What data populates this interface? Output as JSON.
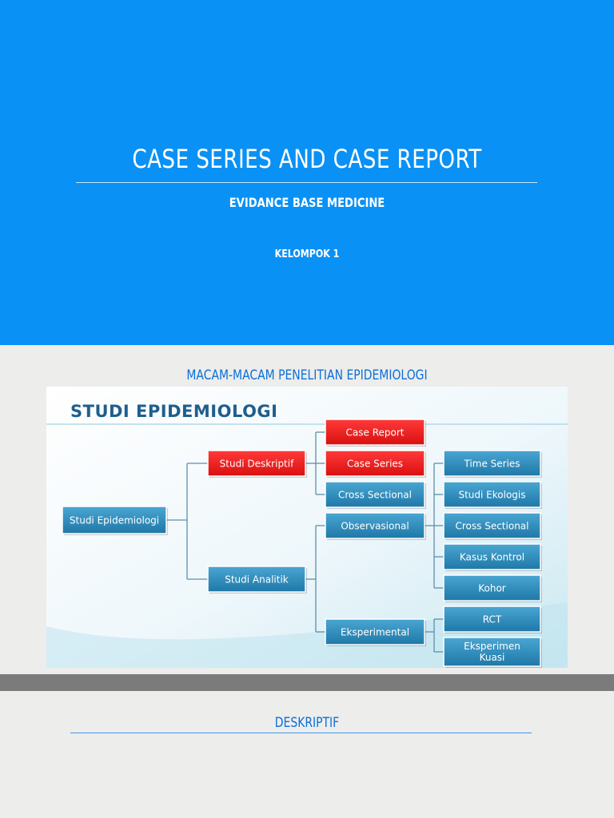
{
  "slide1": {
    "title": "CASE SERIES AND CASE REPORT",
    "subtitle": "EVIDANCE BASE MEDICINE",
    "group": "KELOMPOK 1"
  },
  "slide2": {
    "title": "MACAM-MACAM PENELITIAN EPIDEMIOLOGI",
    "diagram_heading": "STUDI EPIDEMIOLOGI",
    "nodes": [
      {
        "id": "root",
        "label": "Studi Epidemiologi",
        "highlight": false
      },
      {
        "id": "deskriptif",
        "label": "Studi Deskriptif",
        "highlight": true
      },
      {
        "id": "analitik",
        "label": "Studi Analitik",
        "highlight": false
      },
      {
        "id": "case_report",
        "label": "Case Report",
        "highlight": true
      },
      {
        "id": "case_series",
        "label": "Case Series",
        "highlight": true
      },
      {
        "id": "cross_sectional_1",
        "label": "Cross Sectional",
        "highlight": false
      },
      {
        "id": "observasional",
        "label": "Observasional",
        "highlight": false
      },
      {
        "id": "eksperimental",
        "label": "Eksperimental",
        "highlight": false
      },
      {
        "id": "time_series",
        "label": "Time Series",
        "highlight": false
      },
      {
        "id": "studi_ekologis",
        "label": "Studi Ekologis",
        "highlight": false
      },
      {
        "id": "cross_sectional_2",
        "label": "Cross Sectional",
        "highlight": false
      },
      {
        "id": "kasus_kontrol",
        "label": "Kasus Kontrol",
        "highlight": false
      },
      {
        "id": "kohor",
        "label": "Kohor",
        "highlight": false
      },
      {
        "id": "rct",
        "label": "RCT",
        "highlight": false
      },
      {
        "id": "eksperimen_kuasi",
        "label": "Eksperimen Kuasi",
        "highlight": false
      }
    ],
    "edges": [
      [
        "root",
        "deskriptif"
      ],
      [
        "root",
        "analitik"
      ],
      [
        "deskriptif",
        "case_report"
      ],
      [
        "deskriptif",
        "case_series"
      ],
      [
        "deskriptif",
        "cross_sectional_1"
      ],
      [
        "analitik",
        "observasional"
      ],
      [
        "analitik",
        "eksperimental"
      ],
      [
        "observasional",
        "time_series"
      ],
      [
        "observasional",
        "studi_ekologis"
      ],
      [
        "observasional",
        "cross_sectional_2"
      ],
      [
        "observasional",
        "kasus_kontrol"
      ],
      [
        "observasional",
        "kohor"
      ],
      [
        "eksperimental",
        "rct"
      ],
      [
        "eksperimental",
        "eksperimen_kuasi"
      ]
    ]
  },
  "slide3": {
    "title": "DESKRIPTIF"
  },
  "colors": {
    "slide1_bg": "#0a91f5",
    "heading_blue": "#0a6fd8",
    "node_blue": "#2b8ab9",
    "node_red": "#ee1c1c"
  }
}
